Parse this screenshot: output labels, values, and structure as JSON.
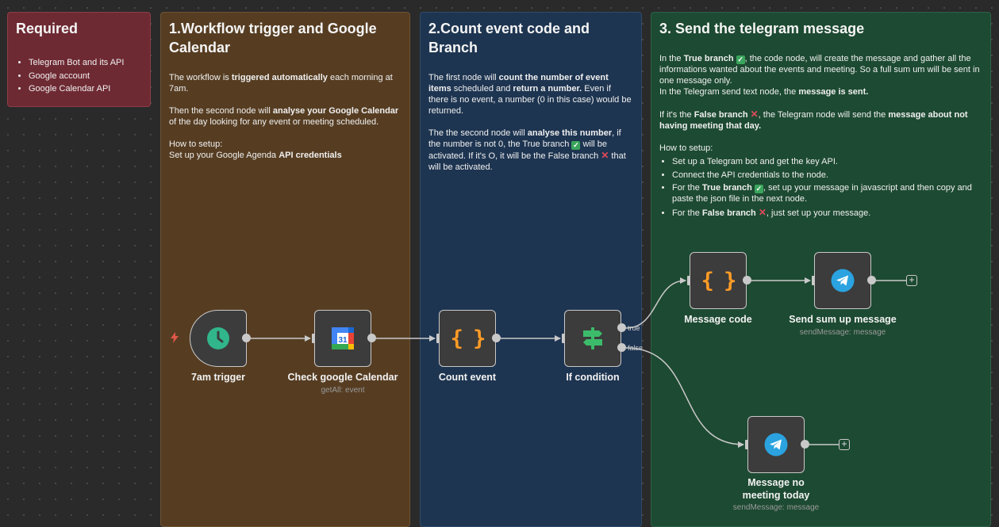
{
  "required": {
    "title": "Required",
    "items": [
      "Telegram Bot and its API",
      "Google account",
      "Google Calendar API"
    ]
  },
  "section1": {
    "title": "1.Workflow trigger and Google Calendar",
    "p1_a": "The workflow is ",
    "p1_b": "triggered automatically",
    "p1_c": " each morning at 7am.",
    "p2_a": "Then the second node will ",
    "p2_b": "analyse your Google Calendar",
    "p2_c": " of the day looking for any event or meeting scheduled.",
    "p3": "How to setup:",
    "p4_a": "Set up your Google Agenda ",
    "p4_b": "API credentials"
  },
  "section2": {
    "title": "2.Count event code and Branch",
    "p1_a": "The first node will ",
    "p1_b": "count the number of event items",
    "p1_c": " scheduled and ",
    "p1_d": "return a number.",
    "p1_e": " Even if there is no event, a number (0 in this case) would be returned.",
    "p2_a": "The the second node will ",
    "p2_b": "analyse this number",
    "p2_c": ", if the number is not 0, the True branch ",
    "p2_d": " will be activated. If it's O, it will be the False branch ",
    "p2_e": " that will be activated."
  },
  "section3": {
    "title": "3. Send the telegram message",
    "p1_a": "In the ",
    "p1_b": "True branch",
    "p1_c": ", the code node, will create the message and gather all the informations wanted about the events and meeting. So a full sum um will be sent in one message only.",
    "p1_d": "In the Telegram send text node, the ",
    "p1_e": "message is sent.",
    "p2_a": "If it's the ",
    "p2_b": "False branch",
    "p2_c": ", the Telegram node will send the ",
    "p2_d": "message about not having meeting that day.",
    "p3": "How to setup:",
    "li1": "Set up a Telegram bot and get the key API.",
    "li2": "Connect the API credentials to the node.",
    "li3_a": "For the ",
    "li3_b": "True branch",
    "li3_c": ", set up your message in javascript and then copy and paste the json file in the next node.",
    "li4_a": "For the ",
    "li4_b": "False branch",
    "li4_c": ", just set up your message."
  },
  "nodes": {
    "trigger": {
      "label": "7am trigger",
      "icon": "clock-icon"
    },
    "calendar": {
      "label": "Check google Calendar",
      "sub": "getAll: event",
      "icon": "google-calendar-icon",
      "icon_text": "31"
    },
    "count": {
      "label": "Count event",
      "icon": "code-braces-icon",
      "icon_text": "{ }"
    },
    "ifnode": {
      "label": "If condition",
      "icon": "signpost-icon"
    },
    "msgcode": {
      "label": "Message code",
      "icon": "code-braces-icon",
      "icon_text": "{ }"
    },
    "sendsum": {
      "label": "Send sum up message",
      "sub": "sendMessage: message",
      "icon": "telegram-icon"
    },
    "sendno": {
      "label": "Message no meeting today",
      "sub": "sendMessage: message",
      "icon": "telegram-icon"
    }
  },
  "branches": {
    "true": "true",
    "false": "false"
  },
  "add_symbol": "+",
  "colors": {
    "required_bg": "#6e2a33",
    "section1_bg": "#563d22",
    "section2_bg": "#1e3551",
    "section3_bg": "#1d4a32",
    "node_bg": "#3c3c3c",
    "code_orange": "#ff9b26",
    "telegram_blue": "#2aa3e0",
    "trigger_green": "#31b58a",
    "if_green": "#3cbc6a"
  }
}
